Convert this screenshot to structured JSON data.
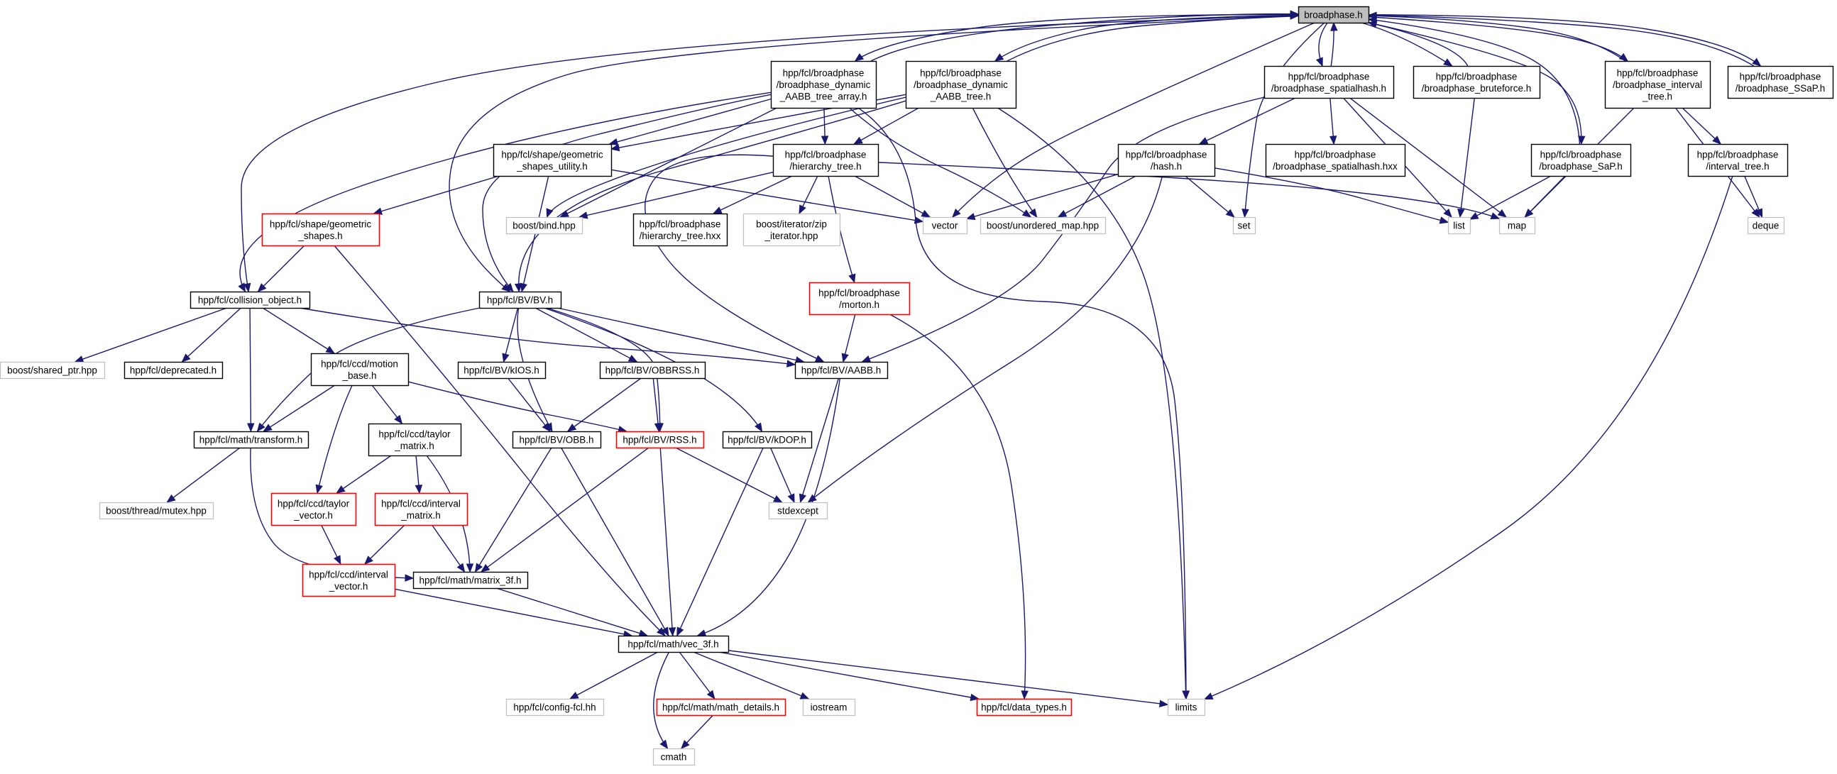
{
  "diagram": {
    "colors": {
      "edge": "#191970",
      "root_fill": "#bfbfbf",
      "red_border": "#ff0000",
      "gray_border": "#bfbfbf"
    },
    "nodes": [
      {
        "id": "root",
        "lines": [
          "broadphase.h"
        ],
        "style": "root"
      },
      {
        "id": "dyn_arr",
        "lines": [
          "hpp/fcl/broadphase",
          "/broadphase_dynamic",
          "_AABB_tree_array.h"
        ],
        "style": "normal"
      },
      {
        "id": "dyn",
        "lines": [
          "hpp/fcl/broadphase",
          "/broadphase_dynamic",
          "_AABB_tree.h"
        ],
        "style": "normal"
      },
      {
        "id": "spatial",
        "lines": [
          "hpp/fcl/broadphase",
          "/broadphase_spatialhash.h"
        ],
        "style": "normal"
      },
      {
        "id": "brute",
        "lines": [
          "hpp/fcl/broadphase",
          "/broadphase_bruteforce.h"
        ],
        "style": "normal"
      },
      {
        "id": "interval_tree_bp",
        "lines": [
          "hpp/fcl/broadphase",
          "/broadphase_interval",
          "_tree.h"
        ],
        "style": "normal"
      },
      {
        "id": "ssap",
        "lines": [
          "hpp/fcl/broadphase",
          "/broadphase_SSaP.h"
        ],
        "style": "normal"
      },
      {
        "id": "geom_util",
        "lines": [
          "hpp/fcl/shape/geometric",
          "_shapes_utility.h"
        ],
        "style": "normal"
      },
      {
        "id": "hier",
        "lines": [
          "hpp/fcl/broadphase",
          "/hierarchy_tree.h"
        ],
        "style": "normal"
      },
      {
        "id": "hash",
        "lines": [
          "hpp/fcl/broadphase",
          "/hash.h"
        ],
        "style": "normal"
      },
      {
        "id": "spatial_hxx",
        "lines": [
          "hpp/fcl/broadphase",
          "/broadphase_spatialhash.hxx"
        ],
        "style": "normal"
      },
      {
        "id": "sap",
        "lines": [
          "hpp/fcl/broadphase",
          "/broadphase_SaP.h"
        ],
        "style": "normal"
      },
      {
        "id": "interval_tree",
        "lines": [
          "hpp/fcl/broadphase",
          "/interval_tree.h"
        ],
        "style": "normal"
      },
      {
        "id": "geom",
        "lines": [
          "hpp/fcl/shape/geometric",
          "_shapes.h"
        ],
        "style": "red"
      },
      {
        "id": "bind",
        "lines": [
          "boost/bind.hpp"
        ],
        "style": "gray"
      },
      {
        "id": "hier_hxx",
        "lines": [
          "hpp/fcl/broadphase",
          "/hierarchy_tree.hxx"
        ],
        "style": "normal"
      },
      {
        "id": "zip",
        "lines": [
          "boost/iterator/zip",
          "_iterator.hpp"
        ],
        "style": "gray"
      },
      {
        "id": "vector",
        "lines": [
          "vector"
        ],
        "style": "gray"
      },
      {
        "id": "umap",
        "lines": [
          "boost/unordered_map.hpp"
        ],
        "style": "gray"
      },
      {
        "id": "set",
        "lines": [
          "set"
        ],
        "style": "gray"
      },
      {
        "id": "list",
        "lines": [
          "list"
        ],
        "style": "gray"
      },
      {
        "id": "map",
        "lines": [
          "map"
        ],
        "style": "gray"
      },
      {
        "id": "deque",
        "lines": [
          "deque"
        ],
        "style": "gray"
      },
      {
        "id": "collobj",
        "lines": [
          "hpp/fcl/collision_object.h"
        ],
        "style": "normal"
      },
      {
        "id": "bv",
        "lines": [
          "hpp/fcl/BV/BV.h"
        ],
        "style": "normal"
      },
      {
        "id": "morton",
        "lines": [
          "hpp/fcl/broadphase",
          "/morton.h"
        ],
        "style": "red"
      },
      {
        "id": "shared_ptr",
        "lines": [
          "boost/shared_ptr.hpp"
        ],
        "style": "gray"
      },
      {
        "id": "deprecated",
        "lines": [
          "hpp/fcl/deprecated.h"
        ],
        "style": "normal"
      },
      {
        "id": "motion",
        "lines": [
          "hpp/fcl/ccd/motion",
          "_base.h"
        ],
        "style": "normal"
      },
      {
        "id": "kios",
        "lines": [
          "hpp/fcl/BV/kIOS.h"
        ],
        "style": "normal"
      },
      {
        "id": "obbrss",
        "lines": [
          "hpp/fcl/BV/OBBRSS.h"
        ],
        "style": "normal"
      },
      {
        "id": "aabb",
        "lines": [
          "hpp/fcl/BV/AABB.h"
        ],
        "style": "normal"
      },
      {
        "id": "transform",
        "lines": [
          "hpp/fcl/math/transform.h"
        ],
        "style": "normal"
      },
      {
        "id": "taylor_mat",
        "lines": [
          "hpp/fcl/ccd/taylor",
          "_matrix.h"
        ],
        "style": "normal"
      },
      {
        "id": "obb",
        "lines": [
          "hpp/fcl/BV/OBB.h"
        ],
        "style": "normal"
      },
      {
        "id": "rss",
        "lines": [
          "hpp/fcl/BV/RSS.h"
        ],
        "style": "red"
      },
      {
        "id": "kdop",
        "lines": [
          "hpp/fcl/BV/kDOP.h"
        ],
        "style": "normal"
      },
      {
        "id": "mutex",
        "lines": [
          "boost/thread/mutex.hpp"
        ],
        "style": "gray"
      },
      {
        "id": "taylor_vec",
        "lines": [
          "hpp/fcl/ccd/taylor",
          "_vector.h"
        ],
        "style": "red"
      },
      {
        "id": "interval_mat",
        "lines": [
          "hpp/fcl/ccd/interval",
          "_matrix.h"
        ],
        "style": "red"
      },
      {
        "id": "stdexcept",
        "lines": [
          "stdexcept"
        ],
        "style": "gray"
      },
      {
        "id": "interval_vec",
        "lines": [
          "hpp/fcl/ccd/interval",
          "_vector.h"
        ],
        "style": "red"
      },
      {
        "id": "matrix3f",
        "lines": [
          "hpp/fcl/math/matrix_3f.h"
        ],
        "style": "normal"
      },
      {
        "id": "vec3f",
        "lines": [
          "hpp/fcl/math/vec_3f.h"
        ],
        "style": "normal"
      },
      {
        "id": "config",
        "lines": [
          "hpp/fcl/config-fcl.hh"
        ],
        "style": "gray"
      },
      {
        "id": "math_details",
        "lines": [
          "hpp/fcl/math/math_details.h"
        ],
        "style": "red"
      },
      {
        "id": "iostream",
        "lines": [
          "iostream"
        ],
        "style": "gray"
      },
      {
        "id": "data_types",
        "lines": [
          "hpp/fcl/data_types.h"
        ],
        "style": "red"
      },
      {
        "id": "limits",
        "lines": [
          "limits"
        ],
        "style": "gray"
      },
      {
        "id": "cmath",
        "lines": [
          "cmath"
        ],
        "style": "gray"
      }
    ],
    "edges": [
      [
        "root",
        "dyn_arr"
      ],
      [
        "root",
        "dyn"
      ],
      [
        "root",
        "spatial"
      ],
      [
        "root",
        "brute"
      ],
      [
        "root",
        "sap"
      ],
      [
        "root",
        "interval_tree_bp"
      ],
      [
        "root",
        "ssap"
      ],
      [
        "root",
        "vector"
      ],
      [
        "root",
        "set"
      ],
      [
        "root",
        "collobj"
      ],
      [
        "root",
        "bv"
      ],
      [
        "dyn_arr",
        "root"
      ],
      [
        "dyn",
        "root"
      ],
      [
        "spatial",
        "root"
      ],
      [
        "brute",
        "root"
      ],
      [
        "sap",
        "root"
      ],
      [
        "interval_tree_bp",
        "root"
      ],
      [
        "ssap",
        "root"
      ],
      [
        "dyn_arr",
        "geom_util"
      ],
      [
        "dyn_arr",
        "hier"
      ],
      [
        "dyn_arr",
        "bind"
      ],
      [
        "dyn_arr",
        "umap"
      ],
      [
        "dyn_arr",
        "limits"
      ],
      [
        "dyn_arr",
        "bv"
      ],
      [
        "dyn_arr",
        "collobj"
      ],
      [
        "dyn",
        "geom_util"
      ],
      [
        "dyn",
        "hier"
      ],
      [
        "dyn",
        "bind"
      ],
      [
        "dyn",
        "umap"
      ],
      [
        "dyn",
        "limits"
      ],
      [
        "dyn",
        "bv"
      ],
      [
        "spatial",
        "hash"
      ],
      [
        "spatial",
        "spatial_hxx"
      ],
      [
        "spatial",
        "list"
      ],
      [
        "spatial",
        "map"
      ],
      [
        "spatial",
        "aabb"
      ],
      [
        "brute",
        "list"
      ],
      [
        "sap",
        "list"
      ],
      [
        "sap",
        "map"
      ],
      [
        "interval_tree_bp",
        "interval_tree"
      ],
      [
        "interval_tree_bp",
        "deque"
      ],
      [
        "interval_tree_bp",
        "map"
      ],
      [
        "interval_tree",
        "deque"
      ],
      [
        "interval_tree",
        "limits"
      ],
      [
        "geom_util",
        "geom"
      ],
      [
        "geom_util",
        "bv"
      ],
      [
        "geom_util",
        "vector"
      ],
      [
        "hier",
        "bind"
      ],
      [
        "hier",
        "hier_hxx"
      ],
      [
        "hier",
        "zip"
      ],
      [
        "hier",
        "vector"
      ],
      [
        "hier",
        "map"
      ],
      [
        "hier",
        "morton"
      ],
      [
        "hier",
        "aabb"
      ],
      [
        "hash",
        "vector"
      ],
      [
        "hash",
        "umap"
      ],
      [
        "hash",
        "set"
      ],
      [
        "hash",
        "list"
      ],
      [
        "hash",
        "stdexcept"
      ],
      [
        "geom",
        "collobj"
      ],
      [
        "geom",
        "vec3f"
      ],
      [
        "collobj",
        "shared_ptr"
      ],
      [
        "collobj",
        "deprecated"
      ],
      [
        "collobj",
        "motion"
      ],
      [
        "collobj",
        "transform"
      ],
      [
        "collobj",
        "aabb"
      ],
      [
        "bv",
        "kios"
      ],
      [
        "bv",
        "obbrss"
      ],
      [
        "bv",
        "aabb"
      ],
      [
        "bv",
        "obb"
      ],
      [
        "bv",
        "rss"
      ],
      [
        "bv",
        "kdop"
      ],
      [
        "bv",
        "transform"
      ],
      [
        "morton",
        "aabb"
      ],
      [
        "morton",
        "data_types"
      ],
      [
        "motion",
        "transform"
      ],
      [
        "motion",
        "taylor_mat"
      ],
      [
        "motion",
        "taylor_vec"
      ],
      [
        "motion",
        "rss"
      ],
      [
        "kios",
        "obb"
      ],
      [
        "obbrss",
        "obb"
      ],
      [
        "obbrss",
        "rss"
      ],
      [
        "aabb",
        "stdexcept"
      ],
      [
        "aabb",
        "vec3f"
      ],
      [
        "transform",
        "mutex"
      ],
      [
        "transform",
        "matrix3f"
      ],
      [
        "taylor_mat",
        "taylor_vec"
      ],
      [
        "taylor_mat",
        "interval_mat"
      ],
      [
        "taylor_mat",
        "matrix3f"
      ],
      [
        "obb",
        "matrix3f"
      ],
      [
        "obb",
        "vec3f"
      ],
      [
        "rss",
        "stdexcept"
      ],
      [
        "rss",
        "matrix3f"
      ],
      [
        "rss",
        "vec3f"
      ],
      [
        "kdop",
        "stdexcept"
      ],
      [
        "kdop",
        "vec3f"
      ],
      [
        "taylor_vec",
        "interval_vec"
      ],
      [
        "interval_mat",
        "interval_vec"
      ],
      [
        "interval_mat",
        "matrix3f"
      ],
      [
        "interval_vec",
        "vec3f"
      ],
      [
        "matrix3f",
        "vec3f"
      ],
      [
        "vec3f",
        "config"
      ],
      [
        "vec3f",
        "math_details"
      ],
      [
        "vec3f",
        "iostream"
      ],
      [
        "vec3f",
        "data_types"
      ],
      [
        "vec3f",
        "limits"
      ],
      [
        "vec3f",
        "cmath"
      ],
      [
        "math_details",
        "cmath"
      ]
    ]
  }
}
